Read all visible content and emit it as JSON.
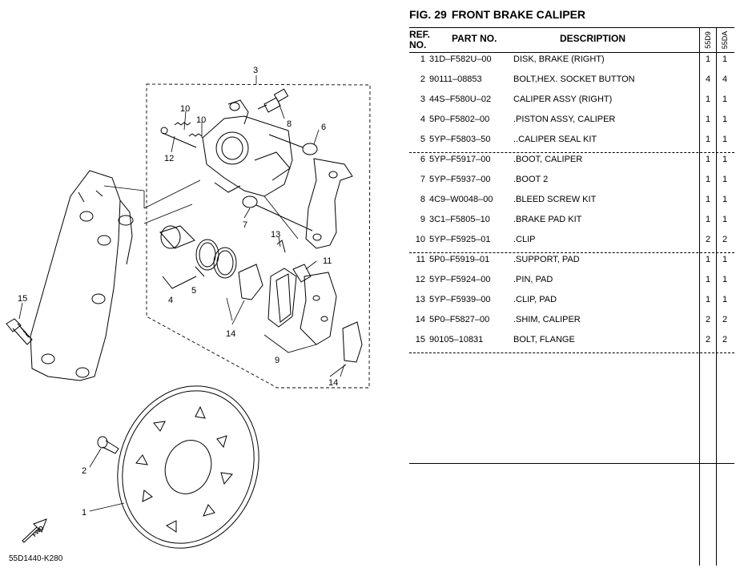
{
  "figure": {
    "label": "FIG.",
    "number": "29",
    "title": "FRONT BRAKE CALIPER"
  },
  "headers": {
    "ref_line1": "REF.",
    "ref_line2": "NO.",
    "part_no": "PART NO.",
    "description": "DESCRIPTION",
    "model1": "55D9",
    "model2": "55DA"
  },
  "parts": [
    {
      "ref": "1",
      "part_no": "31D–F582U–00",
      "description": "DISK, BRAKE (RIGHT)",
      "q1": "1",
      "q2": "1"
    },
    {
      "ref": "2",
      "part_no": "90111–08853",
      "description": "BOLT,HEX. SOCKET BUTTON",
      "q1": "4",
      "q2": "4"
    },
    {
      "ref": "3",
      "part_no": "44S–F580U–02",
      "description": "CALIPER ASSY (RIGHT)",
      "q1": "1",
      "q2": "1"
    },
    {
      "ref": "4",
      "part_no": "5P0–F5802–00",
      "description": ".PISTON ASSY, CALIPER",
      "q1": "1",
      "q2": "1"
    },
    {
      "ref": "5",
      "part_no": "5YP–F5803–50",
      "description": "..CALIPER SEAL KIT",
      "q1": "1",
      "q2": "1"
    },
    {
      "ref": "6",
      "part_no": "5YP–F5917–00",
      "description": ".BOOT, CALIPER",
      "q1": "1",
      "q2": "1"
    },
    {
      "ref": "7",
      "part_no": "5YP–F5937–00",
      "description": ".BOOT 2",
      "q1": "1",
      "q2": "1"
    },
    {
      "ref": "8",
      "part_no": "4C9–W0048–00",
      "description": ".BLEED SCREW KIT",
      "q1": "1",
      "q2": "1"
    },
    {
      "ref": "9",
      "part_no": "3C1–F5805–10",
      "description": ".BRAKE PAD KIT",
      "q1": "1",
      "q2": "1"
    },
    {
      "ref": "10",
      "part_no": "5YP–F5925–01",
      "description": ".CLIP",
      "q1": "2",
      "q2": "2"
    },
    {
      "ref": "11",
      "part_no": "5P0–F5919–01",
      "description": ".SUPPORT, PAD",
      "q1": "1",
      "q2": "1"
    },
    {
      "ref": "12",
      "part_no": "5YP–F5924–00",
      "description": ".PIN, PAD",
      "q1": "1",
      "q2": "1"
    },
    {
      "ref": "13",
      "part_no": "5YP–F5939–00",
      "description": ".CLIP, PAD",
      "q1": "1",
      "q2": "1"
    },
    {
      "ref": "14",
      "part_no": "5P0–F5827–00",
      "description": ".SHIM, CALIPER",
      "q1": "2",
      "q2": "2"
    },
    {
      "ref": "15",
      "part_no": "90105–10831",
      "description": "BOLT, FLANGE",
      "q1": "2",
      "q2": "2"
    }
  ],
  "diagram": {
    "callouts": [
      "1",
      "2",
      "3",
      "4",
      "5",
      "6",
      "7",
      "8",
      "9",
      "10",
      "10",
      "11",
      "12",
      "13",
      "14",
      "14",
      "15"
    ],
    "fwd_label": "FWD",
    "drawing_code": "55D1440-K280"
  }
}
